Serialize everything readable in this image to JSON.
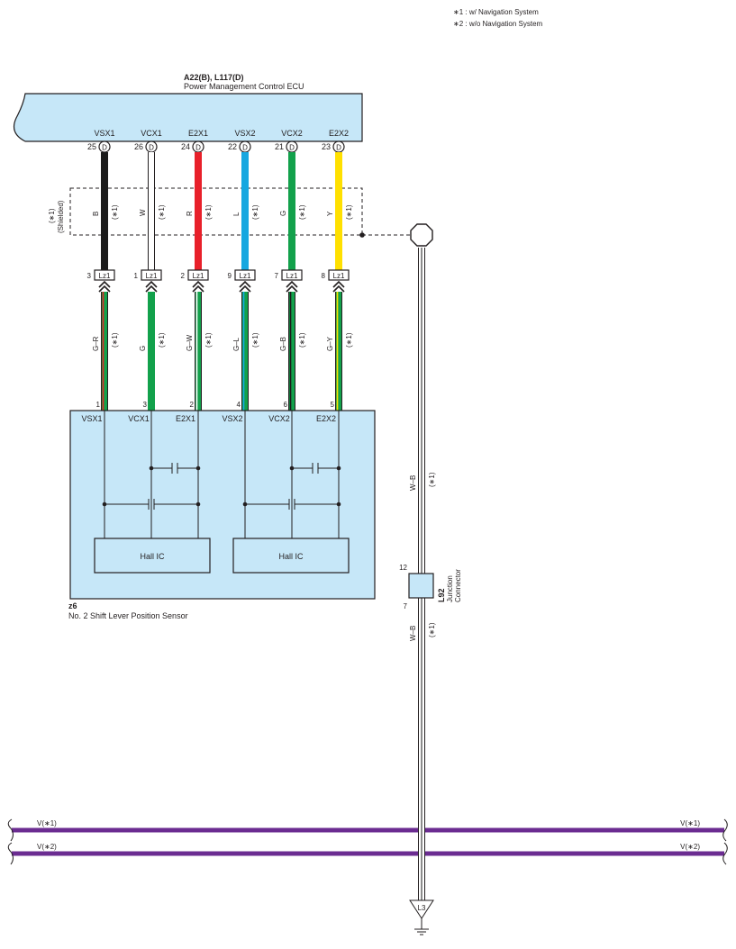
{
  "notes": [
    "∗1 : w/ Navigation System",
    "∗2 : w/o Navigation System"
  ],
  "ecu": {
    "code": "A22(B), L117(D)",
    "name": "Power Management Control ECU",
    "pins": [
      {
        "label": "VSX1",
        "num": "25",
        "conn": "D"
      },
      {
        "label": "VCX1",
        "num": "26",
        "conn": "D"
      },
      {
        "label": "E2X1",
        "num": "24",
        "conn": "D"
      },
      {
        "label": "VSX2",
        "num": "22",
        "conn": "D"
      },
      {
        "label": "VCX2",
        "num": "21",
        "conn": "D"
      },
      {
        "label": "E2X2",
        "num": "23",
        "conn": "D"
      }
    ]
  },
  "shield_label": "(Shielded)",
  "shield_note": "(∗1)",
  "upper_wires": [
    {
      "color_code": "B",
      "note": "(∗1)",
      "main": "#1a1a1a",
      "stripe": ""
    },
    {
      "color_code": "W",
      "note": "(∗1)",
      "main": "#ffffff",
      "stripe": ""
    },
    {
      "color_code": "R",
      "note": "(∗1)",
      "main": "#e8202a",
      "stripe": ""
    },
    {
      "color_code": "L",
      "note": "(∗1)",
      "main": "#16a7e0",
      "stripe": ""
    },
    {
      "color_code": "G",
      "note": "(∗1)",
      "main": "#12a14b",
      "stripe": ""
    },
    {
      "color_code": "Y",
      "note": "(∗1)",
      "main": "#ffe000",
      "stripe": ""
    }
  ],
  "connectors": [
    {
      "num": "3",
      "label": "Lz1"
    },
    {
      "num": "1",
      "label": "Lz1"
    },
    {
      "num": "2",
      "label": "Lz1"
    },
    {
      "num": "9",
      "label": "Lz1"
    },
    {
      "num": "7",
      "label": "Lz1"
    },
    {
      "num": "8",
      "label": "Lz1"
    }
  ],
  "lower_wires": [
    {
      "color_code": "G–R",
      "note": "(∗1)",
      "main": "#12a14b",
      "stripe": "#e8202a",
      "pin": "1"
    },
    {
      "color_code": "G",
      "note": "(∗1)",
      "main": "#12a14b",
      "stripe": "",
      "pin": "3"
    },
    {
      "color_code": "G–W",
      "note": "(∗1)",
      "main": "#12a14b",
      "stripe": "#ffffff",
      "pin": "2"
    },
    {
      "color_code": "G–L",
      "note": "(∗1)",
      "main": "#12a14b",
      "stripe": "#16a7e0",
      "pin": "4"
    },
    {
      "color_code": "G–B",
      "note": "(∗1)",
      "main": "#12a14b",
      "stripe": "#1a1a1a",
      "pin": "6"
    },
    {
      "color_code": "G–Y",
      "note": "(∗1)",
      "main": "#12a14b",
      "stripe": "#ffe000",
      "pin": "5"
    }
  ],
  "sensor": {
    "code": "z6",
    "name": "No.  2 Shift Lever Position Sensor",
    "pins": [
      "VSX1",
      "VCX1",
      "E2X1",
      "VSX2",
      "VCX2",
      "E2X2"
    ],
    "ic_label": "Hall IC"
  },
  "ground_wire": {
    "color_code": "W–B",
    "note": "(∗1)",
    "main": "#ffffff",
    "stripe": "#1a1a1a"
  },
  "junction": {
    "code": "L92",
    "line1": "Junction",
    "line2": "Connector",
    "pin_top": "12",
    "pin_bottom": "7"
  },
  "buses": [
    {
      "label": "V(∗1)",
      "color": "#6b2c91"
    },
    {
      "label": "V(∗2)",
      "color": "#6b2c91"
    }
  ],
  "ground": {
    "label": "L3"
  },
  "colors": {
    "panel": "#c6e7f8",
    "line": "#231f20"
  }
}
